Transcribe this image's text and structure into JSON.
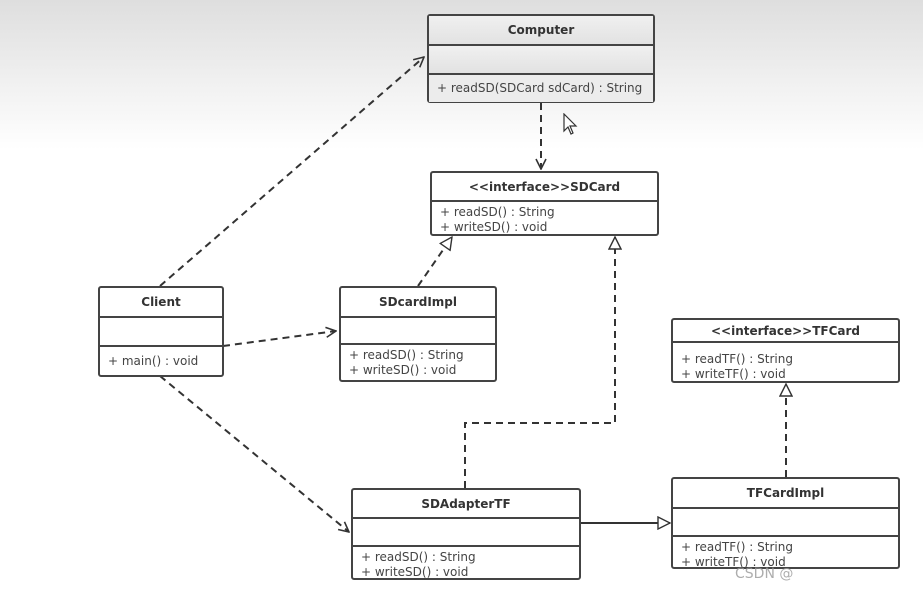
{
  "classes": {
    "computer": {
      "title": "Computer",
      "methods": [
        "+ readSD(SDCard sdCard) : String"
      ]
    },
    "sdcard": {
      "title": "<<interface>>SDCard",
      "methods": [
        "+ readSD() : String",
        "+ writeSD() : void"
      ]
    },
    "client": {
      "title": "Client",
      "methods": [
        "+ main() : void"
      ]
    },
    "sdcardimpl": {
      "title": "SDcardImpl",
      "methods": [
        "+ readSD() : String",
        "+ writeSD() : void"
      ]
    },
    "tfcard": {
      "title": "<<interface>>TFCard",
      "methods": [
        "+ readTF() : String",
        "+ writeTF() : void"
      ]
    },
    "sdadaptertf": {
      "title": "SDAdapterTF",
      "methods": [
        "+ readSD() : String",
        "+ writeSD() : void"
      ]
    },
    "tfcardimpl": {
      "title": "TFCardImpl",
      "methods": [
        "+ readTF() : String",
        "+ writeTF() : void"
      ]
    }
  },
  "watermark": "CSDN @"
}
